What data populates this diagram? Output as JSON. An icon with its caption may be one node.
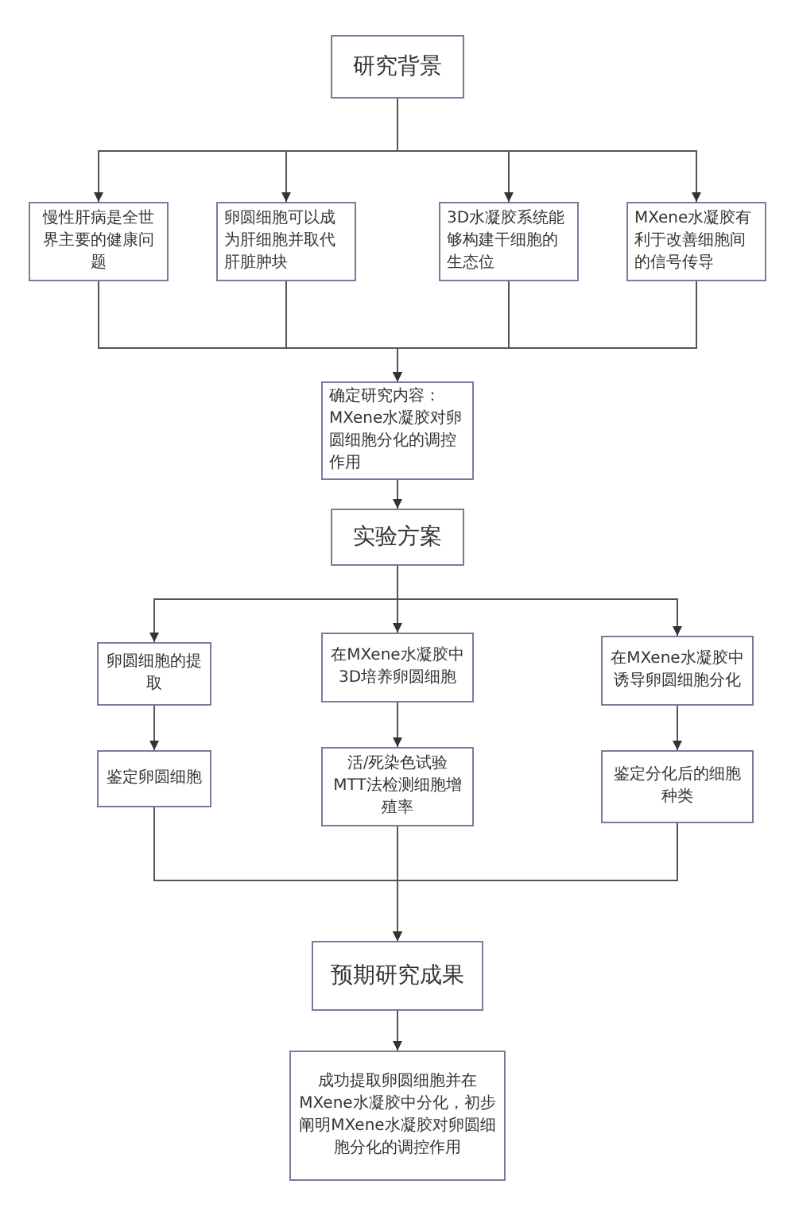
{
  "diagram": {
    "nodes": [
      {
        "text": [
          "研究背景"
        ]
      },
      {
        "text": [
          "慢性肝病是全世界主要的健康问题"
        ]
      },
      {
        "text": [
          "卵圆细胞可以成为肝细胞并取代肝脏肿块"
        ]
      },
      {
        "text": [
          "3D水凝胶系统能够构建干细胞的生态位"
        ]
      },
      {
        "text": [
          "MXene水凝胶有利于改善细胞间的信号传导"
        ]
      },
      {
        "text": [
          "确定研究内容：MXene水凝胶对卵圆细胞分化的调控作用"
        ]
      },
      {
        "text": [
          "实验方案"
        ]
      },
      {
        "text": [
          "卵圆细胞的提取"
        ]
      },
      {
        "text": [
          "在MXene水凝胶中3D培养卵圆细胞"
        ]
      },
      {
        "text": [
          "在MXene水凝胶中诱导卵圆细胞分化"
        ]
      },
      {
        "text": [
          "鉴定卵圆细胞"
        ]
      },
      {
        "text": [
          "活/死染色试验",
          "MTT法检测细胞增殖率"
        ]
      },
      {
        "text": [
          "鉴定分化后的细胞种类"
        ]
      },
      {
        "text": [
          "预期研究成果"
        ]
      },
      {
        "text": [
          "成功提取卵圆细胞并在MXene水凝胶中分化，初步阐明MXene水凝胶对卵圆细胞分化的调控作用"
        ]
      }
    ],
    "edges": [
      {
        "from": 0,
        "to": 1,
        "arrow": "to"
      },
      {
        "from": 0,
        "to": 2,
        "arrow": "to"
      },
      {
        "from": 0,
        "to": 3,
        "arrow": "to"
      },
      {
        "from": 0,
        "to": 4,
        "arrow": "to"
      },
      {
        "from": 1,
        "to": 5,
        "arrow": "to"
      },
      {
        "from": 2,
        "to": 5,
        "arrow": "to"
      },
      {
        "from": 3,
        "to": 5,
        "arrow": "to"
      },
      {
        "from": 4,
        "to": 5,
        "arrow": "to"
      },
      {
        "from": 5,
        "to": 6,
        "arrow": "to"
      },
      {
        "from": 6,
        "to": 7,
        "arrow": "to"
      },
      {
        "from": 6,
        "to": 8,
        "arrow": "to"
      },
      {
        "from": 6,
        "to": 9,
        "arrow": "to"
      },
      {
        "from": 7,
        "to": 10,
        "arrow": "to"
      },
      {
        "from": 8,
        "to": 11,
        "arrow": "to"
      },
      {
        "from": 9,
        "to": 12,
        "arrow": "to"
      },
      {
        "from": 10,
        "to": 13,
        "arrow": "to"
      },
      {
        "from": 11,
        "to": 13,
        "arrow": "to"
      },
      {
        "from": 12,
        "to": 13,
        "arrow": "to"
      },
      {
        "from": 13,
        "to": 14,
        "arrow": "to"
      }
    ]
  }
}
